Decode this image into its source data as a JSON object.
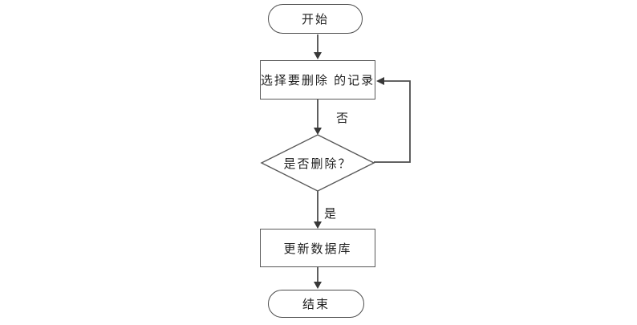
{
  "diagram": {
    "type": "flowchart",
    "background": "#ffffff",
    "colors": {
      "connector": "#4d4d4d",
      "shape_border": "#595959",
      "arrowhead": "#383838",
      "text": "#1f1f1f",
      "shape_fill": "#ffffff"
    },
    "nodes": [
      {
        "id": "start",
        "type": "terminator",
        "label": "开始"
      },
      {
        "id": "select",
        "type": "process",
        "label": "选择要删除 的记录"
      },
      {
        "id": "decision",
        "type": "decision",
        "label": "是否删除？"
      },
      {
        "id": "update",
        "type": "process",
        "label": "更新数据库"
      },
      {
        "id": "end",
        "type": "terminator",
        "label": "结束"
      }
    ],
    "edges": [
      {
        "from": "start",
        "to": "select",
        "label": ""
      },
      {
        "from": "select",
        "to": "decision",
        "label": ""
      },
      {
        "from": "decision",
        "to": "update",
        "label": "是"
      },
      {
        "from": "decision",
        "to": "select",
        "label": "否",
        "route": "right-loop"
      },
      {
        "from": "update",
        "to": "end",
        "label": ""
      }
    ]
  }
}
